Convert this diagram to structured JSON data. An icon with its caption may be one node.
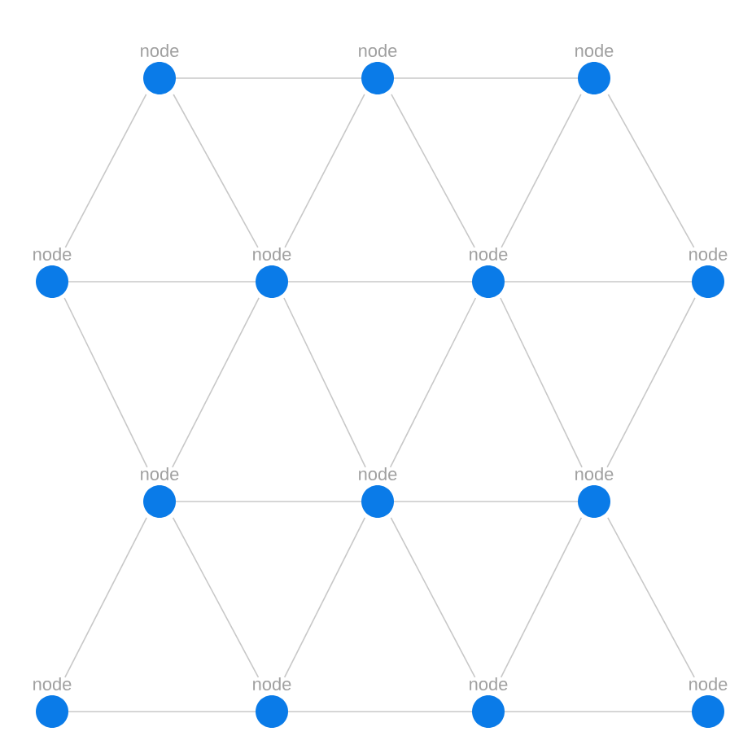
{
  "diagram": {
    "nodes": [
      {
        "text": [
          "node"
        ]
      },
      {
        "text": [
          "node"
        ]
      },
      {
        "text": [
          "node"
        ]
      },
      {
        "text": [
          "node"
        ]
      },
      {
        "text": [
          "node"
        ]
      },
      {
        "text": [
          "node"
        ]
      },
      {
        "text": [
          "node"
        ]
      },
      {
        "text": [
          "node"
        ]
      },
      {
        "text": [
          "node"
        ]
      },
      {
        "text": [
          "node"
        ]
      },
      {
        "text": [
          "node"
        ]
      },
      {
        "text": [
          "node"
        ]
      },
      {
        "text": [
          "node"
        ]
      },
      {
        "text": [
          "node"
        ]
      }
    ],
    "edges": [
      {
        "from": 0,
        "to": 1,
        "arrow": "none"
      },
      {
        "from": 1,
        "to": 2,
        "arrow": "none"
      },
      {
        "from": 0,
        "to": 3,
        "arrow": "none"
      },
      {
        "from": 0,
        "to": 4,
        "arrow": "none"
      },
      {
        "from": 1,
        "to": 4,
        "arrow": "none"
      },
      {
        "from": 1,
        "to": 5,
        "arrow": "none"
      },
      {
        "from": 2,
        "to": 5,
        "arrow": "none"
      },
      {
        "from": 2,
        "to": 6,
        "arrow": "none"
      },
      {
        "from": 3,
        "to": 4,
        "arrow": "none"
      },
      {
        "from": 4,
        "to": 5,
        "arrow": "none"
      },
      {
        "from": 5,
        "to": 6,
        "arrow": "none"
      },
      {
        "from": 3,
        "to": 7,
        "arrow": "none"
      },
      {
        "from": 4,
        "to": 7,
        "arrow": "none"
      },
      {
        "from": 4,
        "to": 8,
        "arrow": "none"
      },
      {
        "from": 5,
        "to": 8,
        "arrow": "none"
      },
      {
        "from": 5,
        "to": 9,
        "arrow": "none"
      },
      {
        "from": 6,
        "to": 9,
        "arrow": "none"
      },
      {
        "from": 7,
        "to": 8,
        "arrow": "none"
      },
      {
        "from": 8,
        "to": 9,
        "arrow": "none"
      },
      {
        "from": 7,
        "to": 10,
        "arrow": "none"
      },
      {
        "from": 7,
        "to": 11,
        "arrow": "none"
      },
      {
        "from": 8,
        "to": 11,
        "arrow": "none"
      },
      {
        "from": 8,
        "to": 12,
        "arrow": "none"
      },
      {
        "from": 9,
        "to": 12,
        "arrow": "none"
      },
      {
        "from": 9,
        "to": 13,
        "arrow": "none"
      },
      {
        "from": 10,
        "to": 11,
        "arrow": "none"
      },
      {
        "from": 11,
        "to": 12,
        "arrow": "none"
      },
      {
        "from": 12,
        "to": 13,
        "arrow": "none"
      }
    ]
  }
}
